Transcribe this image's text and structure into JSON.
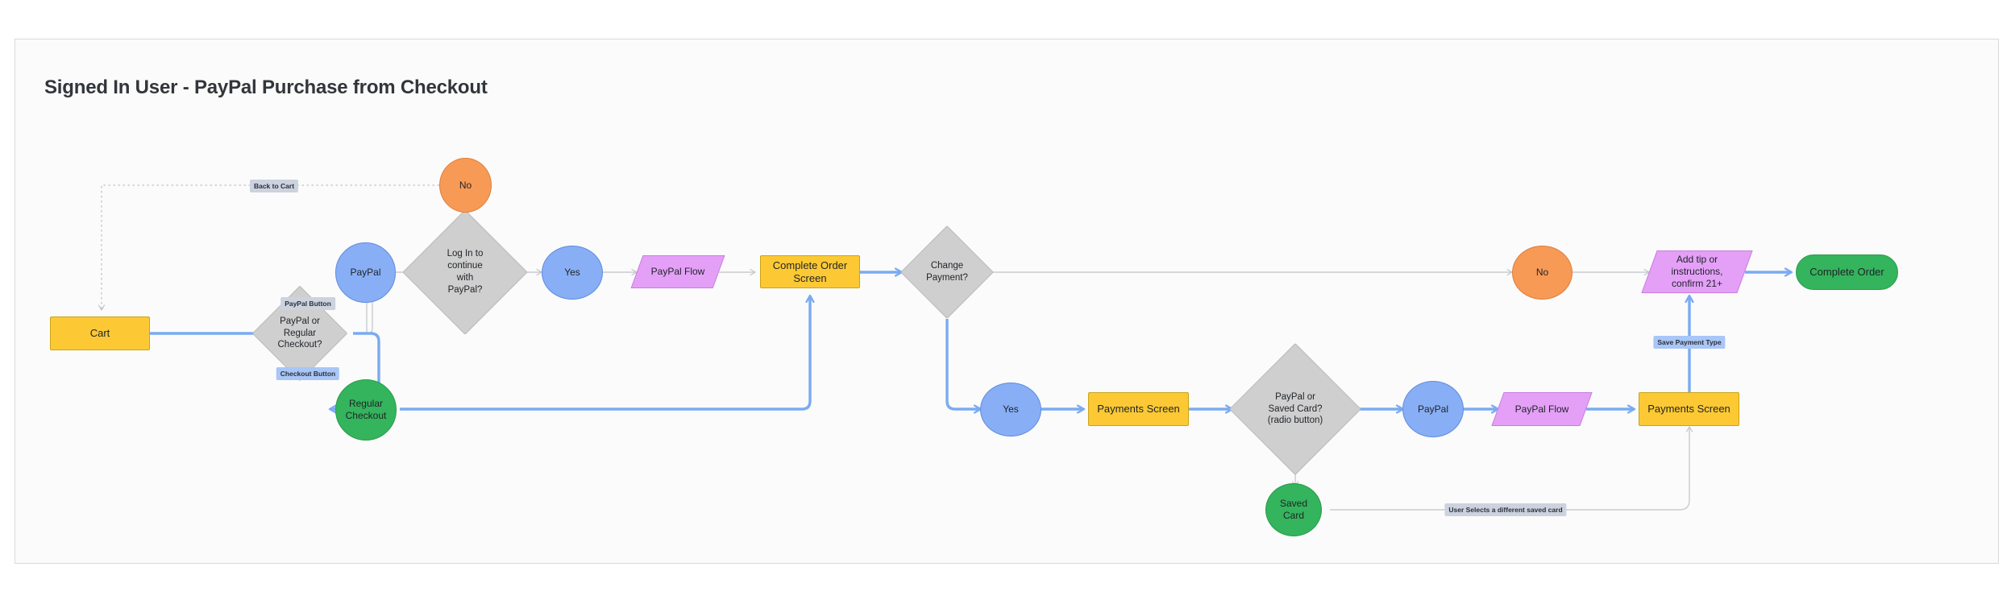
{
  "page": {
    "title": "Signed In User - PayPal Purchase from Checkout",
    "background": "#ffffff",
    "canvas_background": "#fbfbfb"
  },
  "colors": {
    "yellow_fill": "#fcc934",
    "yellow_stroke": "#c8a415",
    "green_fill": "#34b45c",
    "green_stroke": "#2a9c4c",
    "blue_fill": "#88aef5",
    "blue_stroke": "#5e8de0",
    "orange_fill": "#f79a56",
    "orange_stroke": "#e07e3a",
    "purple_fill": "#e4a0f7",
    "purple_stroke": "#c87ddd",
    "gray_fill": "#cfcfcf",
    "gray_stroke": "#b9b9b9",
    "edge_highlight": "#7aabf2",
    "edge_default": "#c9cbcf",
    "label_gray_bg": "#ccd2de",
    "label_blue_bg": "#a8c6f7"
  },
  "nodes": {
    "cart": "Cart",
    "paypal_or_regular": "PayPal or\nRegular\nCheckout?",
    "paypal_top": "PayPal",
    "login_paypal": "Log In to\ncontinue\nwith\nPayPal?",
    "no_top": "No",
    "yes_top": "Yes",
    "paypal_flow_top": "PayPal Flow",
    "complete_order_screen": "Complete Order Screen",
    "change_payment": "Change\nPayment?",
    "regular_checkout": "Regular\nCheckout",
    "yes_bottom": "Yes",
    "payments_screen_mid": "Payments Screen",
    "paypal_or_saved_card": "PayPal or\nSaved Card?\n(radio button)",
    "paypal_bottom": "PayPal",
    "paypal_flow_bottom": "PayPal Flow",
    "payments_screen_right": "Payments Screen",
    "saved_card": "Saved\nCard",
    "no_right": "No",
    "add_tip": "Add tip or\ninstructions,\nconfirm 21+",
    "complete_order": "Complete Order"
  },
  "edge_labels": {
    "back_to_cart": "Back to Cart",
    "paypal_button": "PayPal Button",
    "checkout_button": "Checkout Button",
    "save_payment_type": "Save Payment Type",
    "user_selects_different_saved_card": "User Selects a different saved card"
  }
}
